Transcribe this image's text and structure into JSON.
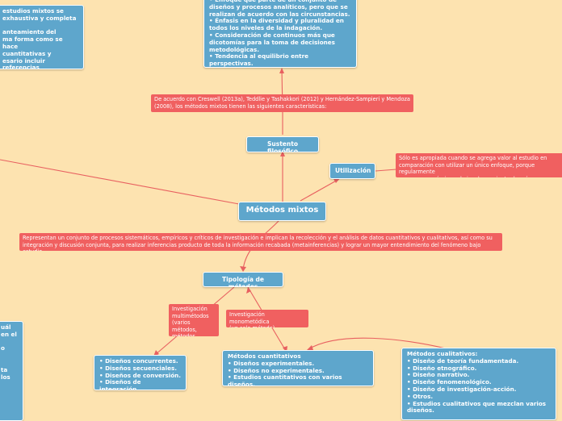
{
  "nodes": {
    "top_center": "• Enfoque que parte de un conjunto de\ndiseños y procesos analíticos, pero que se\nrealizan de acuerdo con las circunstancias.\n• Énfasis en la diversidad y pluralidad en\ntodos los niveles de la indagación.\n• Consideración de continuos más que\ndicotomías para la toma de decisiones\nmetodológicas.\n• Tendencia al equilibrio entre perspectivas.\n• Fundamentación pragmática.",
    "top_left": "estudios mixtos se\nexhaustiva y completa\n\nanteamiento del\nma forma como se hace\ncuantitativas y\nesario incluir referencias\ntativas y mixtas.",
    "sustento": "Sustento filosófico",
    "utilizacion": "Utilización",
    "metodos_mixtos": "Métodos mixtos",
    "tipologia": "Tipología de métodos",
    "disenos_mixtos": "• Diseños concurrentes.\n• Diseños secuenciales.\n• Diseños de conversión.\n• Diseños de integración.",
    "cuantitativos": "Métodos cuantitativos\n• Diseños experimentales.\n• Diseños no experimentales.\n• Estudios cuantitativos con varios diseños.",
    "cualitativos": "Métodos cualitativos:\n• Diseño de teoría fundamentada.\n• Diseño etnográfico.\n• Diseño narrativo.\n• Diseño fenomenológico.\n• Diseño de investigación-acción.\n• Otros.\n• Estudios cualitativos que mezclan varios\ndiseños.",
    "bottom_left": "uál\nen el\n\no\n\n\nta los"
  },
  "labels": {
    "caracteristicas": "De acuerdo con Creswell (2013a), Teddlie y Tashakkori (2012) y Hernández-Sampieri y Mendoza\n(2008), los métodos mixtos tienen las siguientes características:",
    "utilizacion_desc": "Sólo es apropiada cuando se agrega valor al estudio en\ncomparación con utilizar un único enfoque, porque regularmente\nrecursos económicos, de involucramiento de más personas, c",
    "definicion": "Representan un conjunto de procesos sistemáticos, empíricos y críticos de investigación e implican la recolección y el análisis de datos cuantitativos y cualitativos, así como su\nintegración y discusión conjunta, para realizar inferencias producto de toda la información recabada (metainferencias) y lograr un mayor entendimiento del fenómeno bajo estudio.",
    "multimetodos": "Investigación\nmultimétodos\n(varios métodos,\nmétodos mixtos)",
    "monometodica": "Investigación monometódica\n(un solo método)"
  },
  "colors": {
    "background": "#fde3b0",
    "node": "#5ea6cc",
    "label": "#f06060",
    "connector": "#e86060"
  }
}
